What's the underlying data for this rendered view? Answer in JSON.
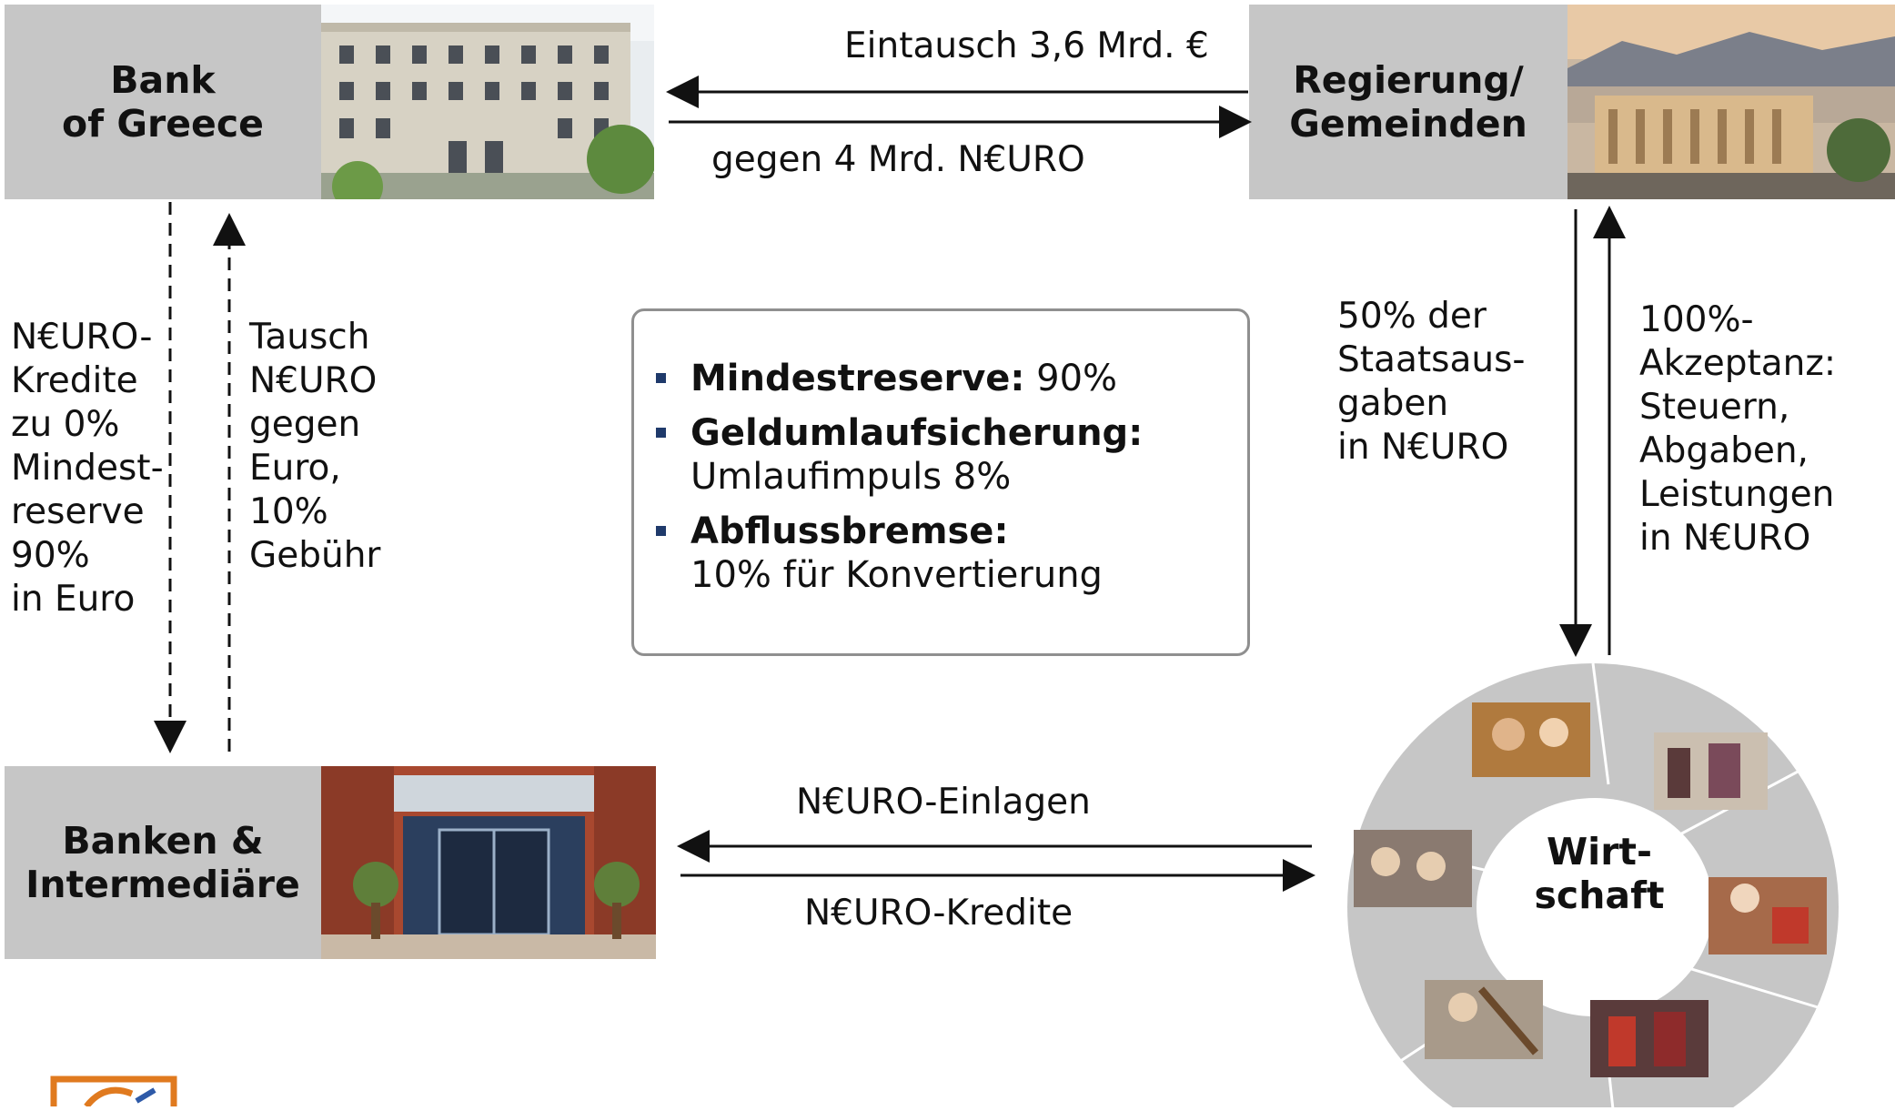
{
  "nodes": {
    "bank_of_greece": "Bank\nof Greece",
    "government": "Regierung/\nGemeinden",
    "banks": "Banken &\nIntermediäre",
    "economy": "Wirt-\nschaft"
  },
  "flows": {
    "exchange_top": "Eintausch 3,6 Mrd. €",
    "exchange_bottom": "gegen 4 Mrd. N€URO",
    "credits_left": "N€URO-\nKredite\nzu 0%\nMindest-\nreserve\n90%\nin Euro",
    "swap_left": "Tausch\nN€URO\ngegen\nEuro,\n10%\nGebühr",
    "spending_right": "50% der\nStaatsaus-\ngaben\nin N€URO",
    "acceptance_right": "100%-\nAkzeptanz:\nSteuern,\nAbgaben,\nLeistungen\nin N€URO",
    "deposits": "N€URO-Einlagen",
    "loans": "N€URO-Kredite"
  },
  "rules": [
    {
      "label": "Mindestreserve:",
      "value": " 90%"
    },
    {
      "label": "Geldumlaufsicherung:",
      "value": "Umlaufimpuls 8%"
    },
    {
      "label": "Abflussbremse:",
      "value": "10% für Konvertierung"
    }
  ],
  "colors": {
    "box_fill": "#c6c6c6",
    "arrow": "#111111",
    "bullet": "#1f3a6b",
    "logo": "#e07a1f"
  }
}
